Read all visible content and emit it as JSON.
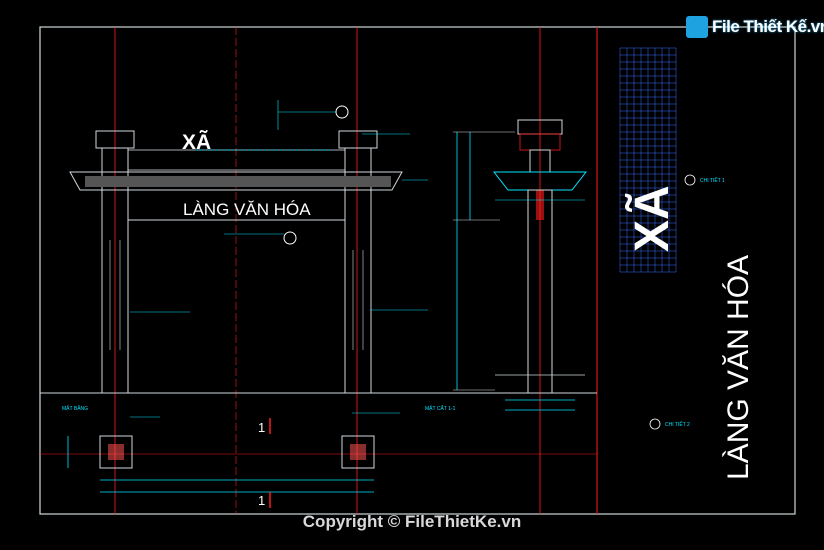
{
  "logo": {
    "text": "File Thiết Kế.vn"
  },
  "elevation": {
    "top_word": "XÃ",
    "sign_text": "LÀNG VĂN HÓA",
    "lower_label": "MẶT BẰNG",
    "section_label": "MẶT CẮT 1-1",
    "cut_mark": "1"
  },
  "detail_panel": {
    "big_word": "XÃ",
    "big_sign": "LÀNG VĂN HÓA",
    "note1": "CHI TIẾT 1",
    "note2": "CHI TIẾT 2"
  },
  "footer": {
    "copyright": "Copyright © FileThietKe.vn"
  },
  "colors": {
    "frame": "#cfd8dc",
    "cyan": "#00e5ff",
    "red": "#ff1a1a",
    "blue": "#3a6cff",
    "white": "#ffffff"
  }
}
